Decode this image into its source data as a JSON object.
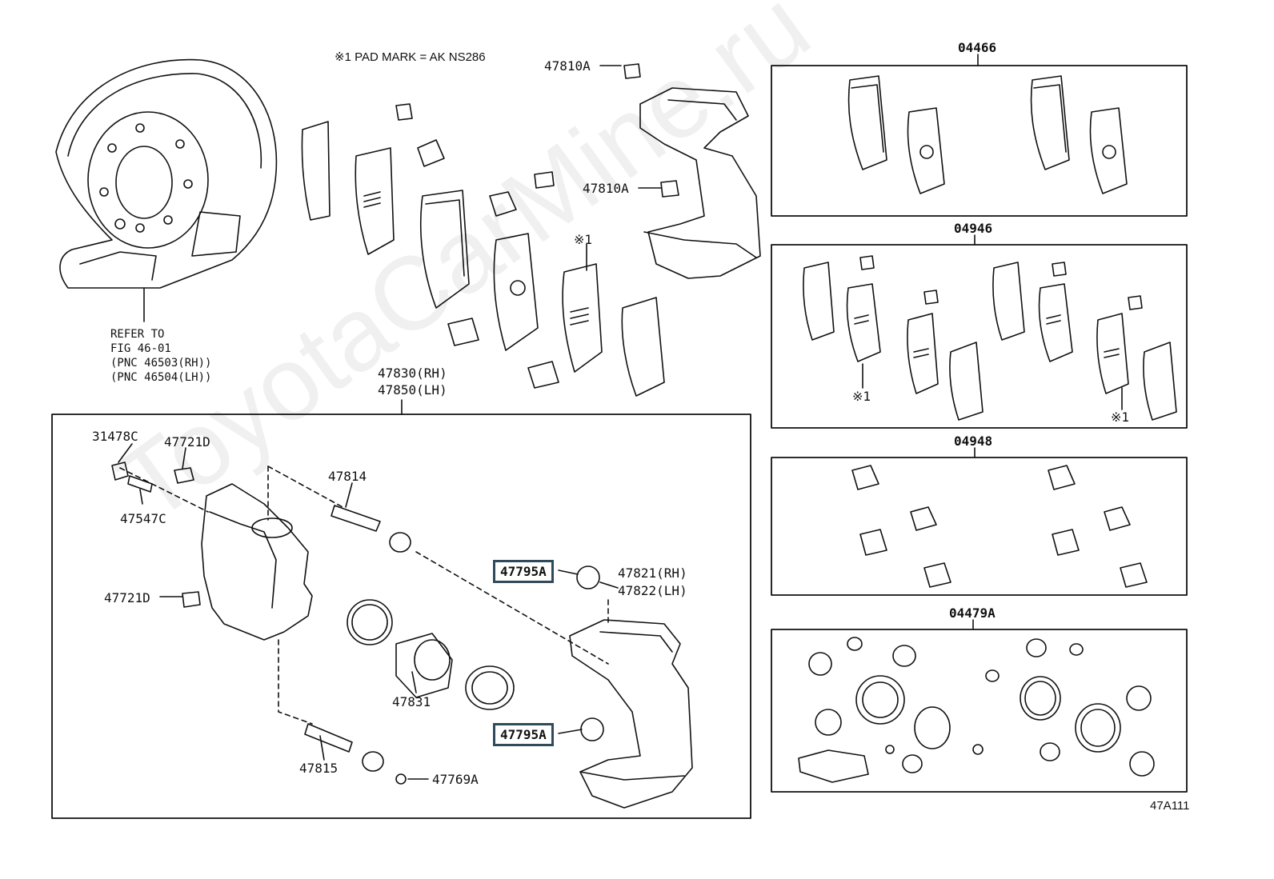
{
  "note": "※1 PAD MARK = AK NS286",
  "watermark": "ToyotaCarMine.ru",
  "refer": {
    "line1": "REFER TO",
    "line2": "FIG 46-01",
    "line3": "(PNC 46503(RH))",
    "line4": "(PNC 46504(LH))"
  },
  "labels": {
    "p47810A_top": "47810A",
    "p47810A_mid": "47810A",
    "mark1_top": "※1",
    "p47830": "47830(RH)",
    "p47850": "47850(LH)",
    "p31478C": "31478C",
    "p47721D_top": "47721D",
    "p47547C": "47547C",
    "p47721D_left": "47721D",
    "p47814": "47814",
    "p47795A_top": "47795A",
    "p47821": "47821(RH)",
    "p47822": "47822(LH)",
    "p47831": "47831",
    "p47795A_bot": "47795A",
    "p47815": "47815",
    "p47769A": "47769A",
    "kit04466": "04466",
    "kit04946": "04946",
    "mark1_a": "※1",
    "mark1_b": "※1",
    "kit04948": "04948",
    "kit04479A": "04479A",
    "figure_code": "47A111"
  }
}
